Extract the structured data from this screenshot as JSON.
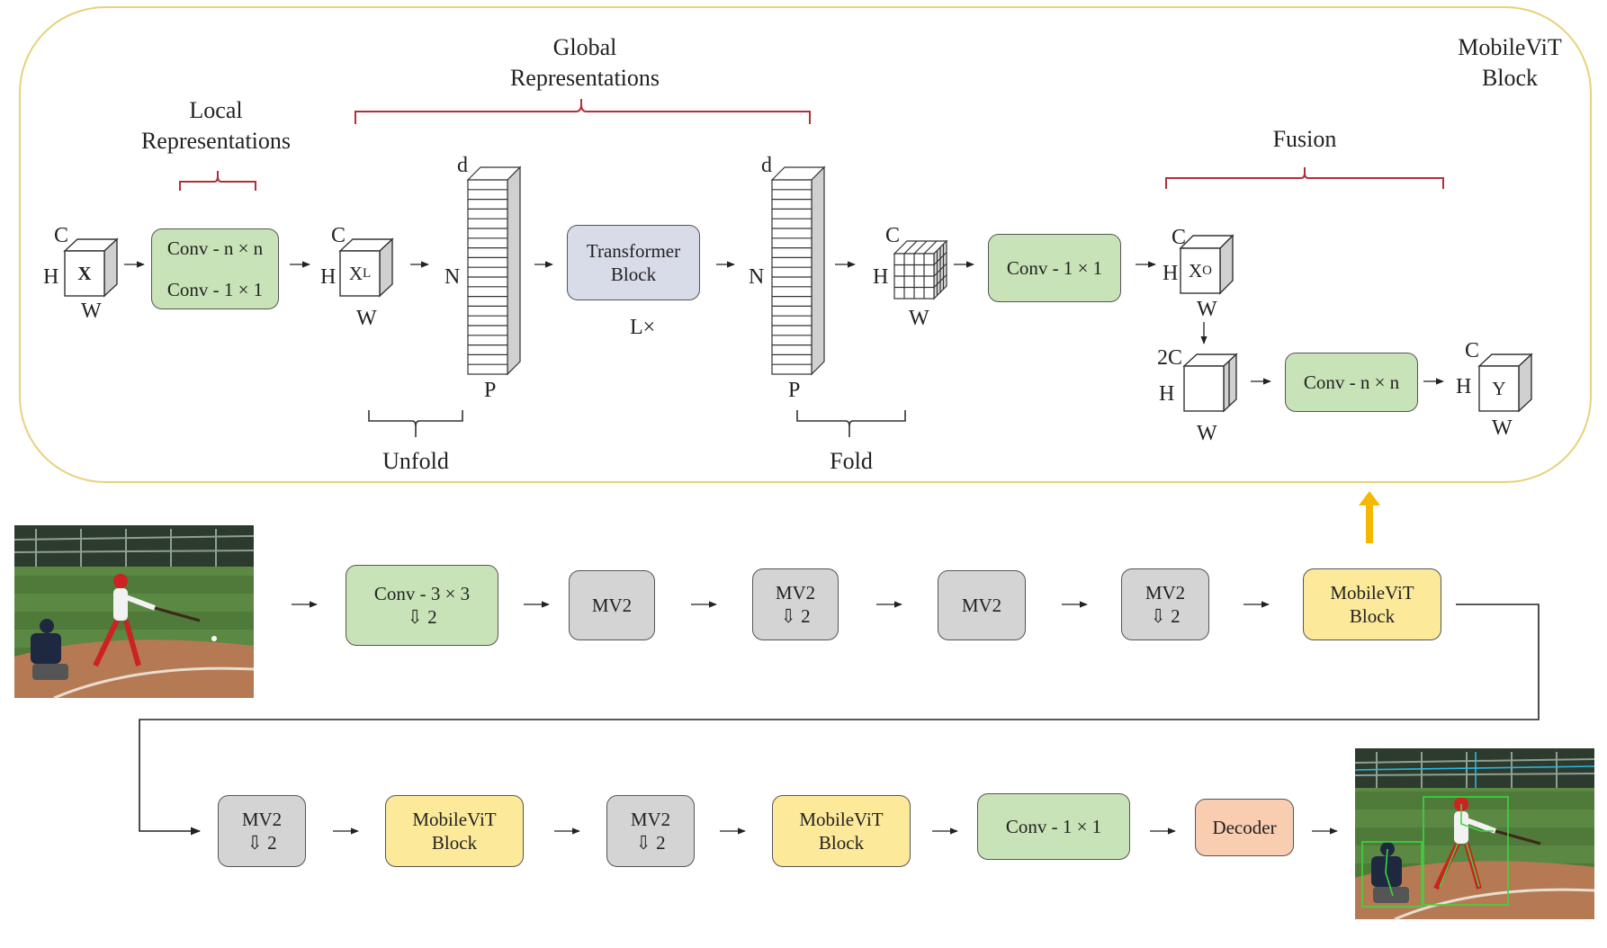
{
  "mobilevit_block": {
    "title": "MobileViT\nBlock",
    "local_label": "Local\nRepresentations",
    "global_label": "Global\nRepresentations",
    "fusion_label": "Fusion",
    "unfold_label": "Unfold",
    "fold_label": "Fold",
    "conv_nxn": "Conv - n × n",
    "conv_1x1": "Conv - 1 × 1",
    "conv_1x1_fusion": "Conv - 1 × 1",
    "conv_nxn_fusion": "Conv - n × n",
    "transformer": "Transformer\nBlock",
    "repeat": "L×",
    "dims": {
      "C": "C",
      "H": "H",
      "W": "W",
      "N": "N",
      "P": "P",
      "d": "d",
      "2C": "2C"
    },
    "tensor_x": "X",
    "tensor_xl": "X",
    "tensor_xl_sub": "L",
    "tensor_xo": "X",
    "tensor_xo_sub": "O",
    "tensor_y": "Y"
  },
  "pipeline_row1": [
    {
      "text": "Conv - 3 × 3",
      "down": "⇩ 2"
    },
    {
      "text": "MV2",
      "down": ""
    },
    {
      "text": "MV2",
      "down": "⇩ 2"
    },
    {
      "text": "MV2",
      "down": ""
    },
    {
      "text": "MV2",
      "down": "⇩ 2"
    },
    {
      "text": "MobileViT\nBlock",
      "down": ""
    }
  ],
  "pipeline_row2": [
    {
      "text": "MV2",
      "down": "⇩ 2"
    },
    {
      "text": "MobileViT\nBlock",
      "down": ""
    },
    {
      "text": "MV2",
      "down": "⇩ 2"
    },
    {
      "text": "MobileViT\nBlock",
      "down": ""
    },
    {
      "text": "Conv - 1 × 1",
      "down": ""
    },
    {
      "text": "Decoder",
      "down": ""
    }
  ],
  "colors": {
    "frame": "#e6d27a",
    "brace_red": "#b0303a",
    "green": "#c9e3b8",
    "gray": "#d4d4d4",
    "yellow": "#fde99a",
    "blue": "#d8dbe8",
    "peach": "#f8cdb0",
    "up_arrow": "#f5b800"
  }
}
